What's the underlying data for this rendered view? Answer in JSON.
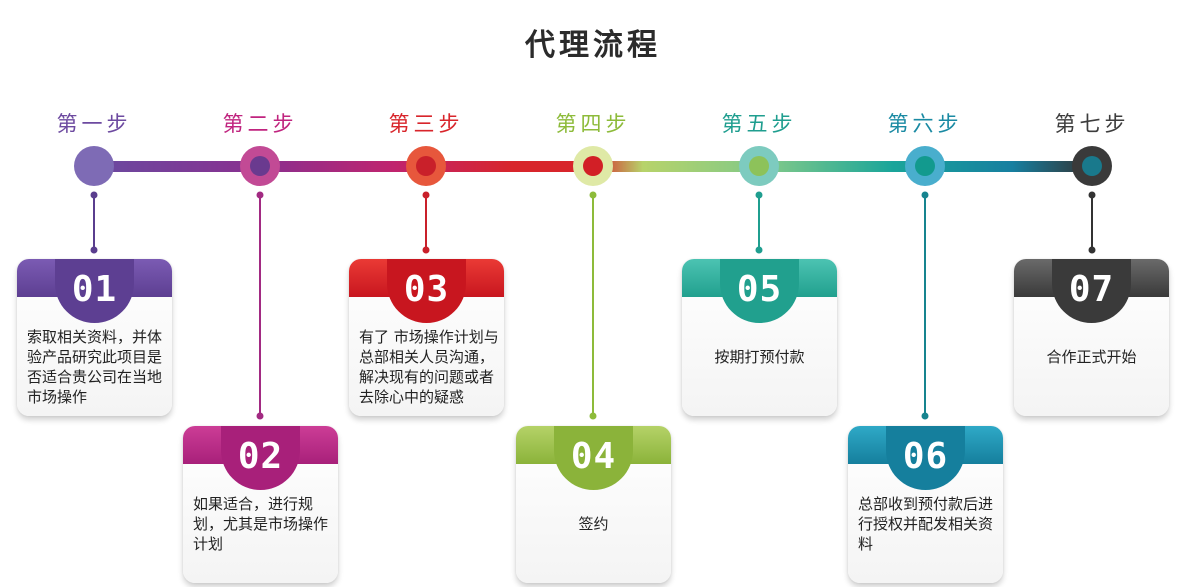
{
  "title": "代理流程",
  "steps": [
    {
      "label": "第一步",
      "number": "01",
      "description": "索取相关资料，并体验产品研究此项目是否适合贵公司在当地市场操作",
      "color": "#6d4aa0"
    },
    {
      "label": "第二步",
      "number": "02",
      "description": "如果适合，进行规划，尤其是市场操作计划",
      "color": "#b1247e"
    },
    {
      "label": "第三步",
      "number": "03",
      "description": "有了 市场操作计划与总部相关人员沟通，解决现有的问题或者去除心中的疑惑",
      "color": "#d8252b"
    },
    {
      "label": "第四步",
      "number": "04",
      "description": "签约",
      "color": "#8dbb3a"
    },
    {
      "label": "第五步",
      "number": "05",
      "description": "按期打预付款",
      "color": "#2aaa96"
    },
    {
      "label": "第六步",
      "number": "06",
      "description": "总部收到预付款后进行授权并配发相关资料",
      "color": "#1a8aa3"
    },
    {
      "label": "第七步",
      "number": "07",
      "description": "合作正式开始",
      "color": "#3d3d3d"
    }
  ]
}
